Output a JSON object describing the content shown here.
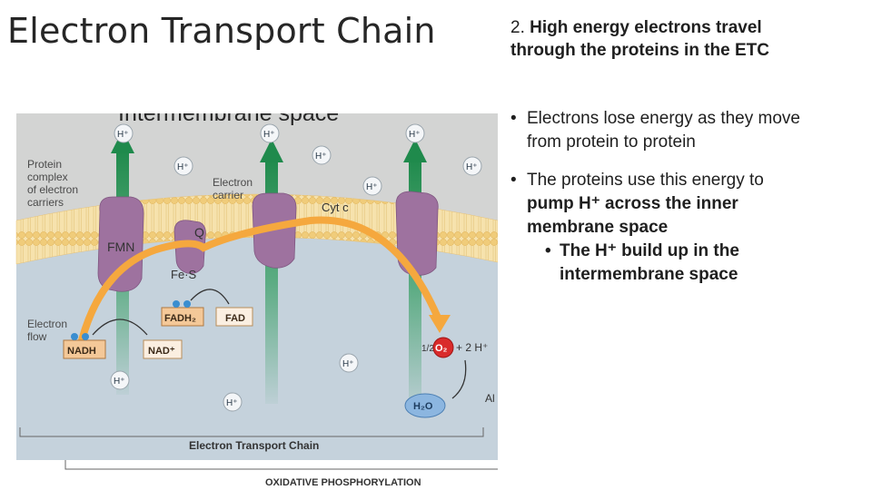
{
  "slide": {
    "title": "Electron Transport Chain"
  },
  "heading": {
    "number": "2.",
    "text_line1": "High energy electrons travel",
    "text_line2": "through the proteins in the ETC"
  },
  "bullets": [
    {
      "text_line1": "Electrons lose energy as they move",
      "text_line2": "from protein to protein"
    },
    {
      "text_line1": "The proteins use this energy to",
      "bold_line2": "pump  H⁺ across the inner",
      "bold_line3": "membrane space"
    }
  ],
  "sub_bullet": {
    "line1": "The H⁺ build up in the",
    "line2": "intermembrane space"
  },
  "diagram": {
    "intermembrane_label": "Intermembrane space",
    "labels": {
      "protein_complex": [
        "Protein",
        "complex",
        "of electron",
        "carriers"
      ],
      "electron_carrier": [
        "Electron",
        "carrier"
      ],
      "fmn": "FMN",
      "q": "Q",
      "fes": "Fe·S",
      "cytc": "Cyt c",
      "electron_flow": [
        "Electron",
        "flow"
      ],
      "nadh": "NADH",
      "nad": "NAD⁺",
      "fadh2": "FADH₂",
      "fad": "FAD",
      "o2": "O₂",
      "half": "1/2",
      "two_h": "+ 2 H⁺",
      "h2o": "H₂O",
      "al": "Al",
      "etc_label": "Electron Transport Chain",
      "oxphos_label": "OXIDATIVE PHOSPHORYLATION",
      "h_ion": "H⁺"
    },
    "colors": {
      "membrane": "#f3d592",
      "protein": "#9b6f9c",
      "matrix": "#c7d3dc",
      "space": "#d2d4d4",
      "arrow": "#f4a33b",
      "green_arrow": "#2e9b5c",
      "o2": "#d92b2b",
      "h2o": "#8cb6e0"
    }
  }
}
